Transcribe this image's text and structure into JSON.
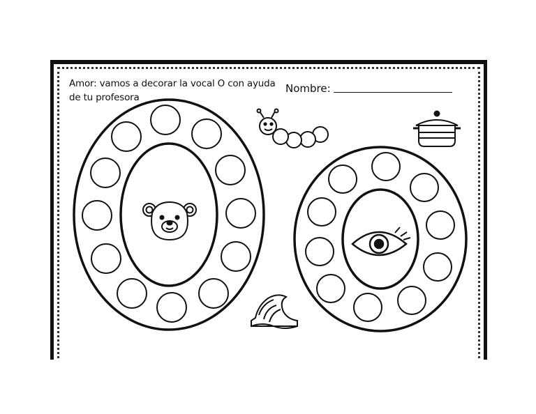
{
  "worksheet": {
    "instruction_line1": "Amor: vamos a decorar la vocal O con ayuda",
    "instruction_line2": "de tu profesora",
    "name_label": "Nombre:"
  },
  "pictures": [
    "bear-icon",
    "caterpillar-icon",
    "pot-icon",
    "eye-icon",
    "wave-icon"
  ],
  "colors": {
    "ink": "#111111",
    "paper": "#ffffff"
  }
}
